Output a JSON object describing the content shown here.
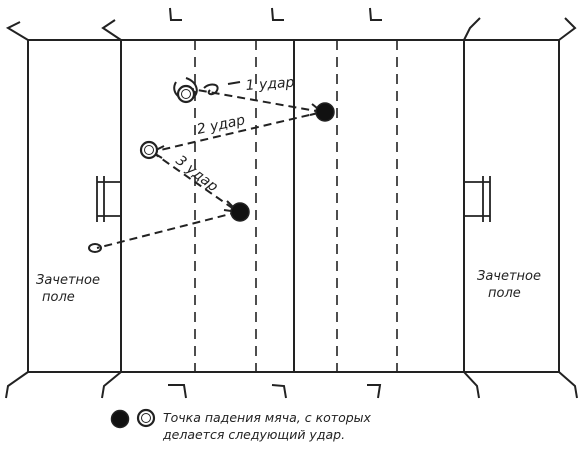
{
  "diagram": {
    "hits": [
      {
        "label": "1 удар"
      },
      {
        "label": "2 удар"
      },
      {
        "label": "3 удар"
      }
    ],
    "zones": {
      "left": {
        "line1": "Зачетное",
        "line2": "поле"
      },
      "right": {
        "line1": "Зачетное",
        "line2": "поле"
      }
    },
    "legend": {
      "line1": "Точка падения мяча, с которых",
      "line2": "делается следующий удар."
    },
    "colors": {
      "ink": "#222222",
      "paper": "#ffffff"
    }
  }
}
